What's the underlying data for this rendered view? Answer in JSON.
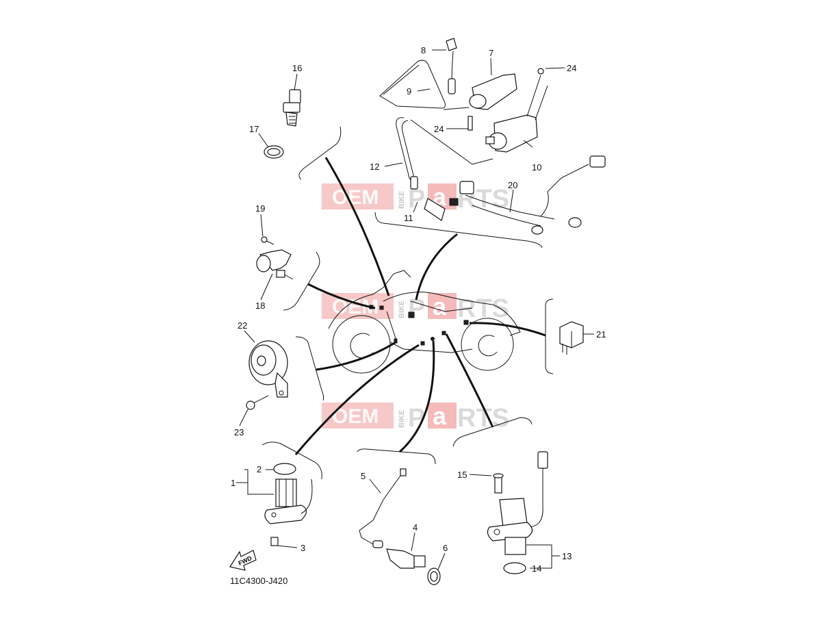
{
  "diagram_id": "11C4300-J420",
  "fwd_label": "FWD",
  "watermark": {
    "oem": "OEM",
    "bike": "BIKE",
    "p": "P",
    "a": "a",
    "rts": "RTS"
  },
  "callouts": [
    {
      "id": "c1",
      "label": "1"
    },
    {
      "id": "c2",
      "label": "2"
    },
    {
      "id": "c3",
      "label": "3"
    },
    {
      "id": "c4",
      "label": "4"
    },
    {
      "id": "c5",
      "label": "5"
    },
    {
      "id": "c6",
      "label": "6"
    },
    {
      "id": "c7",
      "label": "7"
    },
    {
      "id": "c8",
      "label": "8"
    },
    {
      "id": "c9",
      "label": "9"
    },
    {
      "id": "c10",
      "label": "10"
    },
    {
      "id": "c11",
      "label": "11"
    },
    {
      "id": "c12",
      "label": "12"
    },
    {
      "id": "c13",
      "label": "13"
    },
    {
      "id": "c14",
      "label": "14"
    },
    {
      "id": "c15",
      "label": "15"
    },
    {
      "id": "c16",
      "label": "16"
    },
    {
      "id": "c17",
      "label": "17"
    },
    {
      "id": "c18",
      "label": "18"
    },
    {
      "id": "c19",
      "label": "19"
    },
    {
      "id": "c20",
      "label": "20"
    },
    {
      "id": "c21",
      "label": "21"
    },
    {
      "id": "c22",
      "label": "22"
    },
    {
      "id": "c23",
      "label": "23"
    },
    {
      "id": "c24a",
      "label": "24"
    },
    {
      "id": "c24b",
      "label": "24"
    }
  ]
}
